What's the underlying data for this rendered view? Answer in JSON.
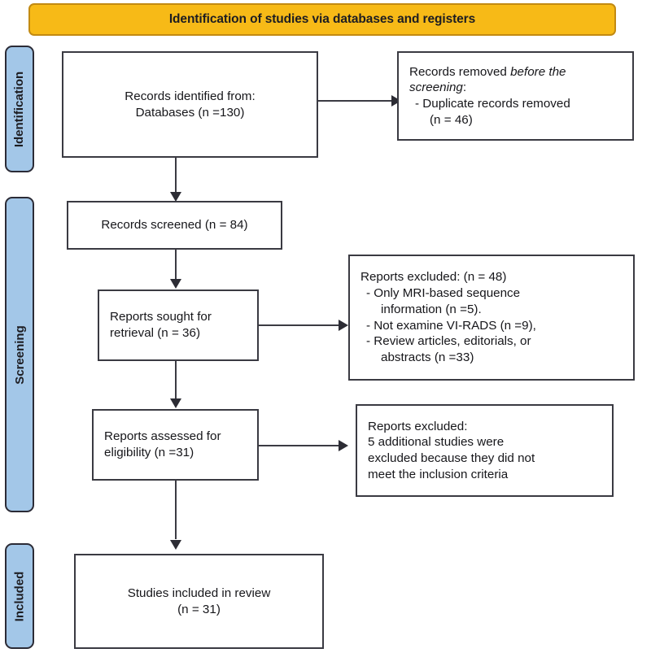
{
  "header": {
    "title": "Identification of studies via databases and registers",
    "fill_color": "#F7BA17",
    "border_color": "#C28A12"
  },
  "stages": [
    {
      "id": "identification",
      "label": "Identification",
      "fill_color": "#A3C7E8",
      "border_color": "#2B2B36"
    },
    {
      "id": "screening",
      "label": "Screening",
      "fill_color": "#A3C7E8",
      "border_color": "#2B2B36"
    },
    {
      "id": "included",
      "label": "Included",
      "fill_color": "#A3C7E8",
      "border_color": "#2B2B36"
    }
  ],
  "boxes": {
    "records_identified": {
      "line1": "Records identified from:",
      "line2": "Databases (n =130)"
    },
    "records_removed": {
      "line1_a": "Records removed ",
      "line1_italic": "before the",
      "line2_italic": "screening",
      "line2_b": ":",
      "bullet1": "-  Duplicate records removed",
      "bullet1_cont": "(n = 46)"
    },
    "records_screened": {
      "line1": "Records screened (n = 84)"
    },
    "reports_sought": {
      "line1": "Reports sought for",
      "line2": "retrieval (n = 36)"
    },
    "reports_excluded_1": {
      "line1": "Reports excluded: (n = 48)",
      "bullet1": "-  Only MRI-based sequence",
      "bullet1_cont": "information (n =5).",
      "bullet2": "-  Not examine VI-RADS (n =9),",
      "bullet3": "-  Review articles, editorials, or",
      "bullet3_cont": "abstracts (n =33)"
    },
    "reports_assessed": {
      "line1": "Reports assessed for",
      "line2": "eligibility (n =31)"
    },
    "reports_excluded_2": {
      "line1": "Reports excluded:",
      "line2": "5 additional studies were",
      "line3": "excluded because they did not",
      "line4": "meet the inclusion criteria"
    },
    "studies_included": {
      "line1": "Studies included in review",
      "line2": "(n = 31)"
    }
  },
  "chart_data": {
    "type": "diagram",
    "title": "Identification of studies via databases and registers",
    "diagram_kind": "PRISMA flow diagram",
    "nodes": [
      {
        "id": "records_identified",
        "stage": "Identification",
        "label": "Records identified from: Databases",
        "n": 130
      },
      {
        "id": "records_removed",
        "stage": "Identification",
        "label": "Records removed before the screening: Duplicate records removed",
        "n": 46
      },
      {
        "id": "records_screened",
        "stage": "Screening",
        "label": "Records screened",
        "n": 84
      },
      {
        "id": "reports_sought",
        "stage": "Screening",
        "label": "Reports sought for retrieval",
        "n": 36
      },
      {
        "id": "reports_excluded_1",
        "stage": "Screening",
        "label": "Reports excluded",
        "n": 48,
        "breakdown": [
          {
            "reason": "Only MRI-based sequence information",
            "n": 5
          },
          {
            "reason": "Not examine VI-RADS",
            "n": 9
          },
          {
            "reason": "Review articles, editorials, or abstracts",
            "n": 33
          }
        ]
      },
      {
        "id": "reports_assessed",
        "stage": "Screening",
        "label": "Reports assessed for eligibility",
        "n": 31
      },
      {
        "id": "reports_excluded_2",
        "stage": "Screening",
        "label": "Reports excluded: 5 additional studies were excluded because they did not meet the inclusion criteria",
        "n": 5
      },
      {
        "id": "studies_included",
        "stage": "Included",
        "label": "Studies included in review",
        "n": 31
      }
    ],
    "edges": [
      {
        "from": "records_identified",
        "to": "records_removed",
        "direction": "right"
      },
      {
        "from": "records_identified",
        "to": "records_screened",
        "direction": "down"
      },
      {
        "from": "records_screened",
        "to": "reports_sought",
        "direction": "down"
      },
      {
        "from": "reports_sought",
        "to": "reports_excluded_1",
        "direction": "right"
      },
      {
        "from": "reports_sought",
        "to": "reports_assessed",
        "direction": "down"
      },
      {
        "from": "reports_assessed",
        "to": "reports_excluded_2",
        "direction": "right"
      },
      {
        "from": "reports_assessed",
        "to": "studies_included",
        "direction": "down"
      }
    ]
  }
}
